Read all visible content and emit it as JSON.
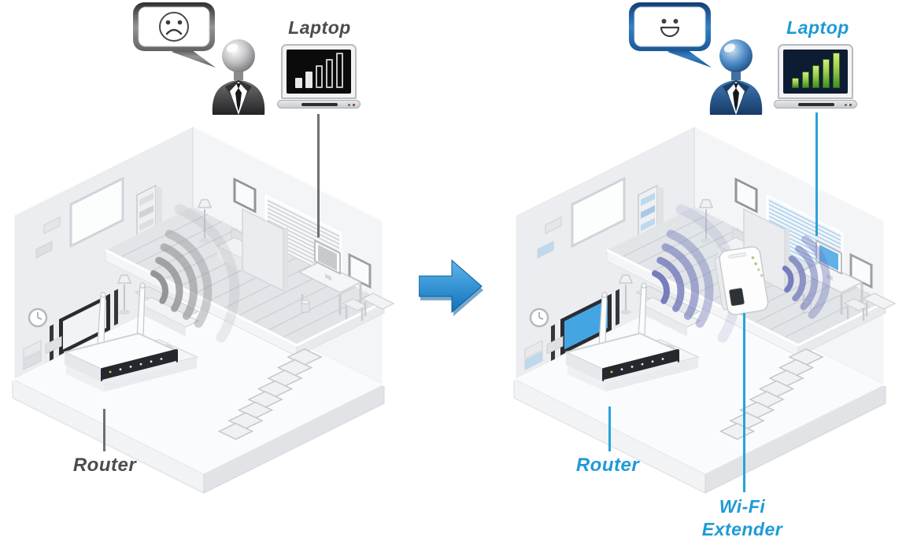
{
  "meta": {
    "description": "Before/after diagram of home Wi-Fi coverage with a Wi-Fi extender"
  },
  "before": {
    "laptop_label": "Laptop",
    "router_label": "Router",
    "mood": "sad",
    "signal": {
      "bars_filled": 2,
      "bars_total": 5
    },
    "label_color": "#4b4c4e",
    "wifi_arc_color": "#8f9094",
    "person_color": "#555557"
  },
  "after": {
    "laptop_label": "Laptop",
    "router_label": "Router",
    "extender_label": "Wi-Fi Extender",
    "mood": "happy",
    "signal": {
      "bars_filled": 5,
      "bars_total": 5
    },
    "label_color": "#1f9ad6",
    "wifi_arc_color": "#7077b8",
    "person_color": "#2e5f99"
  },
  "arrow": {
    "direction": "right",
    "color": "#1a7fc4"
  }
}
